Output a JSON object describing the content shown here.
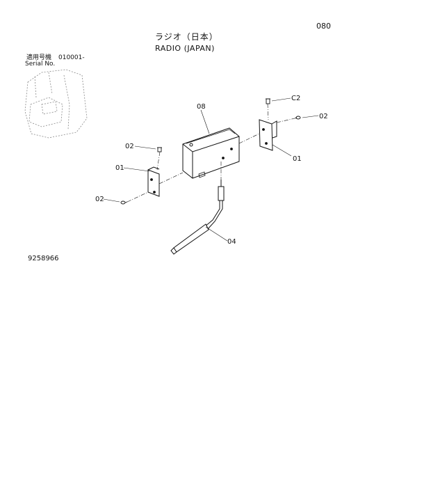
{
  "page_number": "080",
  "title": {
    "japanese": "ラジオ（日本）",
    "english": "RADIO (JAPAN)"
  },
  "serial": {
    "label_japanese": "適用号機",
    "label_english": "Serial No.",
    "value": "010001-"
  },
  "drawing_number": "9258966",
  "callouts": {
    "radio_box": "08",
    "bracket_right": "01",
    "bracket_left": "01",
    "screw_top_right": "C2",
    "screw_right": "02",
    "screw_left_top": "02",
    "screw_left_bottom": "02",
    "antenna_cable": "04"
  }
}
